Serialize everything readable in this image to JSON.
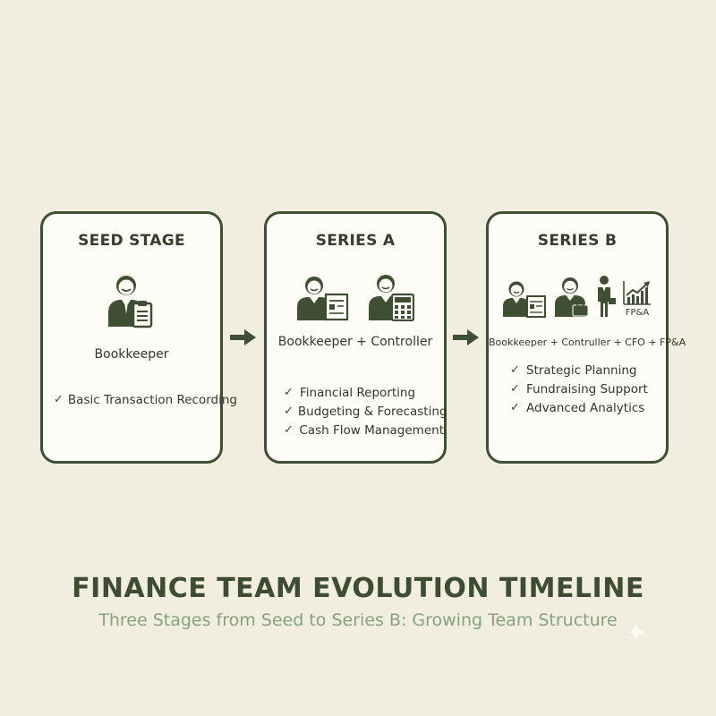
{
  "stages": [
    {
      "title": "SEED STAGE",
      "role": "Bookkeeper",
      "icons": [
        "person-with-clipboard-icon"
      ],
      "responsibilities": [
        "Basic Transaction Recording"
      ]
    },
    {
      "title": "SERIES A",
      "role": "Bookkeeper + Controller",
      "icons": [
        "person-with-document-icon",
        "person-with-calculator-icon"
      ],
      "responsibilities": [
        "Financial Reporting",
        "Budgeting & Forecasting",
        "Cash Flow Management"
      ]
    },
    {
      "title": "SERIES B",
      "role": "Bookkeeper + Contruller + CFO + FP&A",
      "icons": [
        "person-with-document-icon",
        "person-with-briefcase-icon",
        "executive-figure-icon",
        "growth-chart-icon"
      ],
      "fpa_label": "FP&A",
      "responsibilities": [
        "Strategic Planning",
        "Fundraising Support",
        "Advanced Analytics"
      ]
    }
  ],
  "footer": {
    "title": "FINANCE TEAM EVOLUTION TIMELINE",
    "subtitle": "Three Stages from Seed to Series B: Growing Team Structure"
  },
  "colors": {
    "background": "#f1eee1",
    "card_border": "#3f4f33",
    "title": "#3e4d32",
    "subtitle": "#87a17c"
  }
}
